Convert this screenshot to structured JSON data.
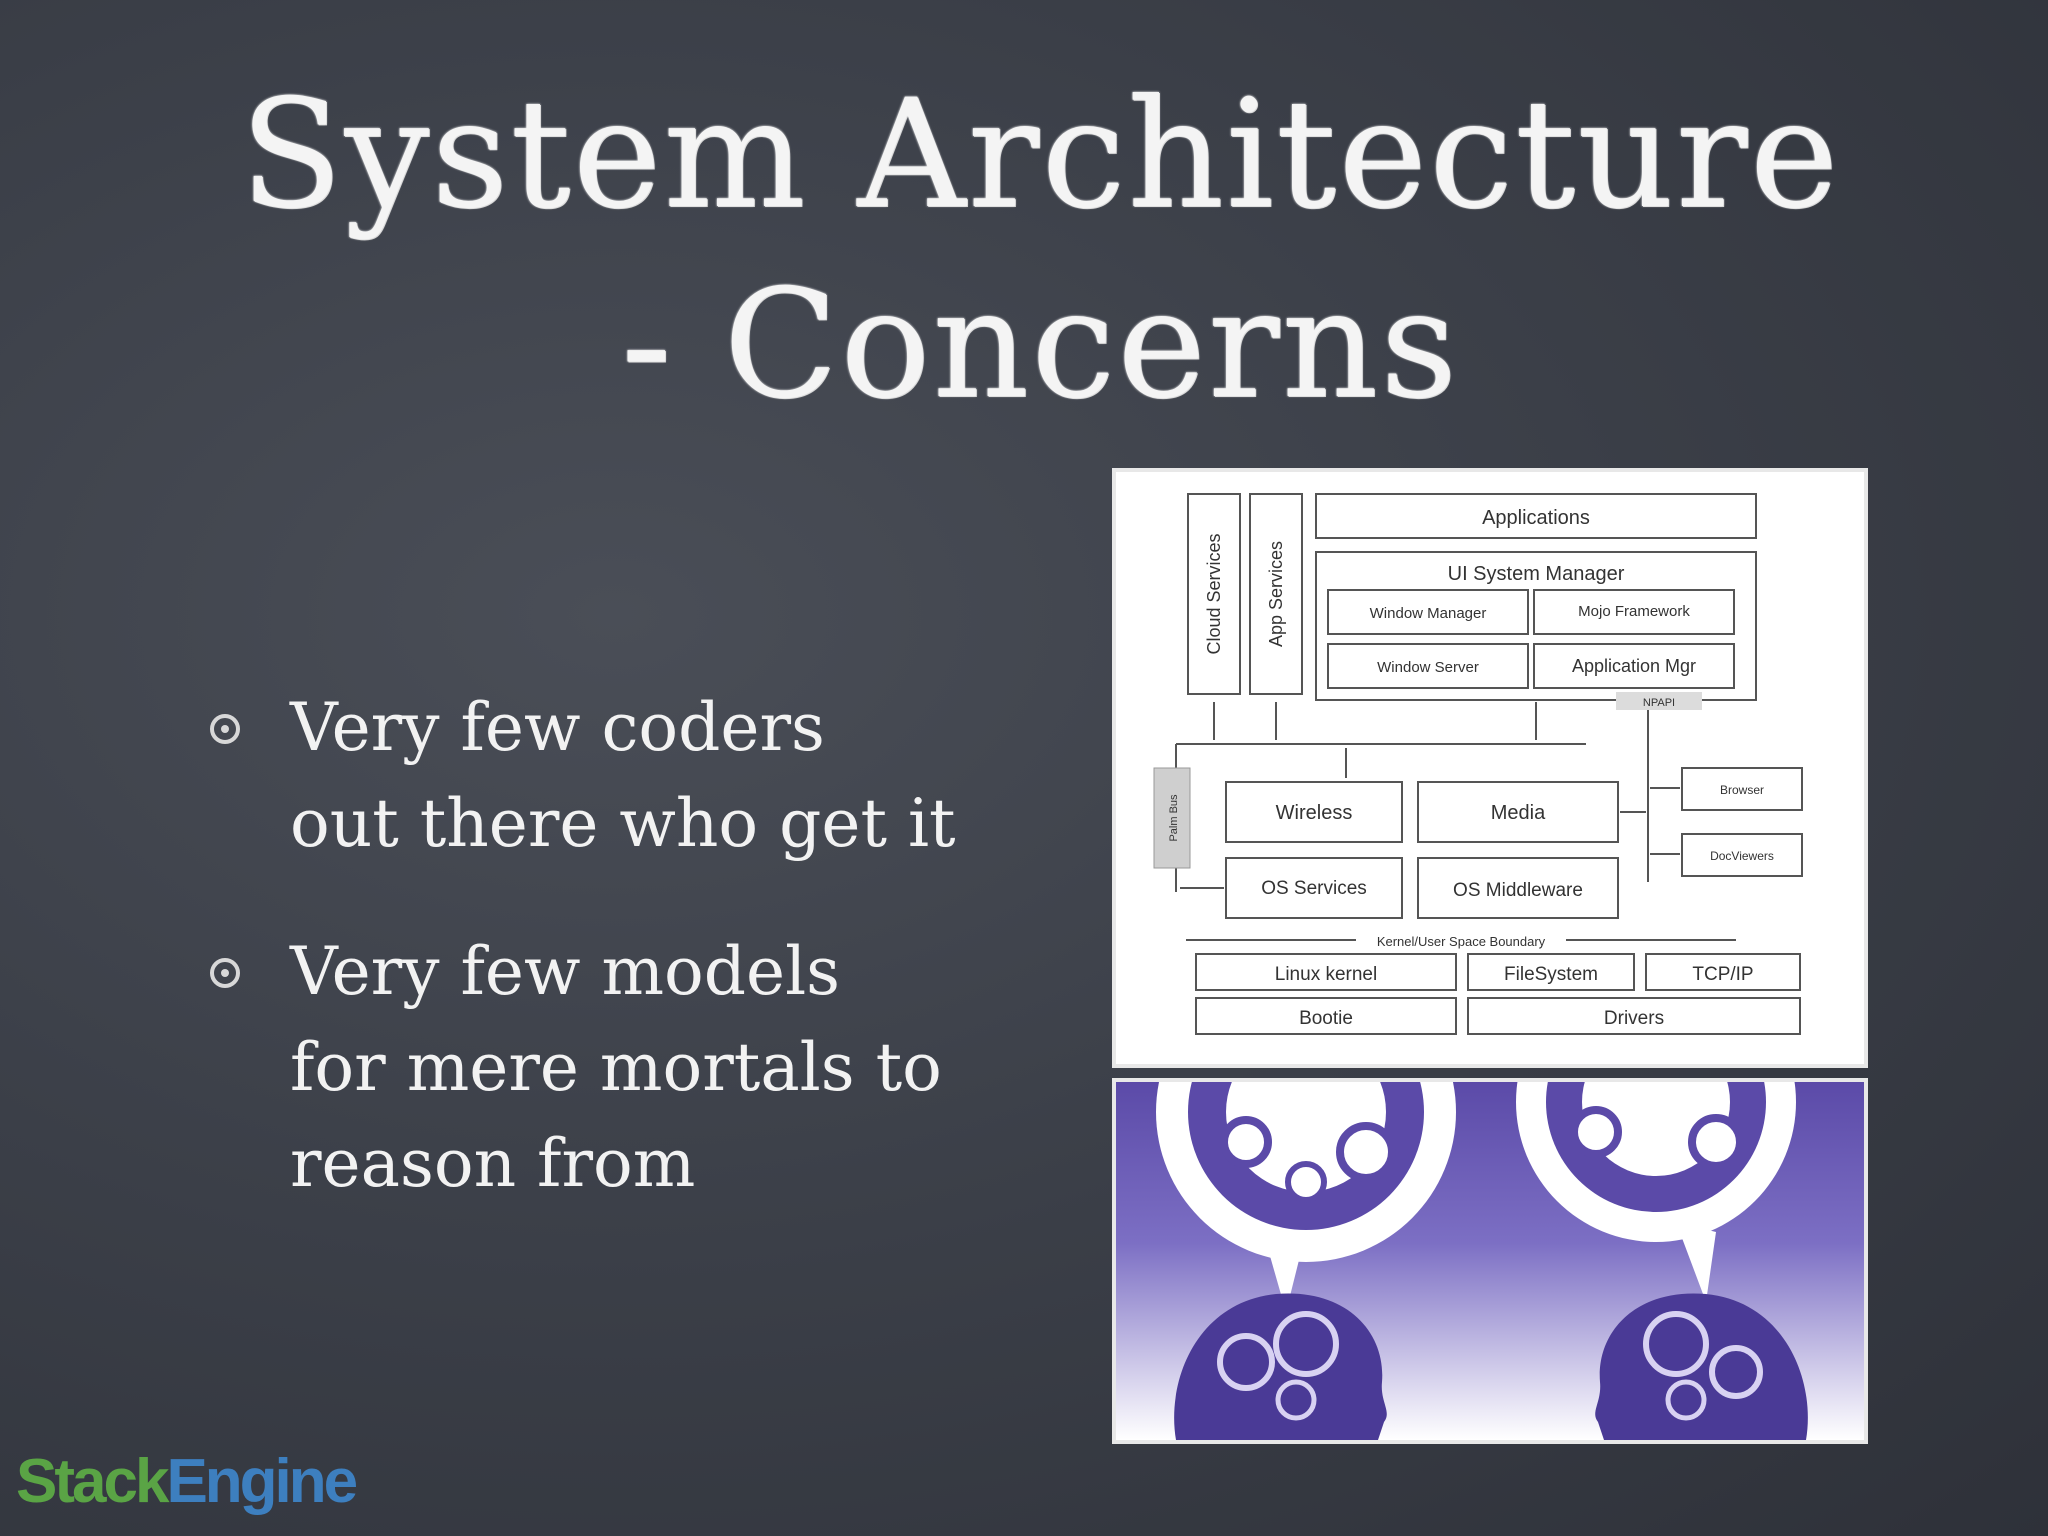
{
  "slide": {
    "title_line1": "System Architecture",
    "title_line2": "- Concerns",
    "bullets": [
      {
        "text": "Very few coders\nout there who get it"
      },
      {
        "text": "Very few models\nfor mere mortals to\nreason from"
      }
    ],
    "logo": {
      "part1": "Stack",
      "part2": "Engine"
    }
  },
  "diagram": {
    "applications": "Applications",
    "ui_system_manager": "UI System Manager",
    "window_manager": "Window Manager",
    "mojo_framework": "Mojo Framework",
    "window_server": "Window Server",
    "application_mgr": "Application Mgr",
    "npapi": "NPAPI",
    "cloud_services": "Cloud Services",
    "app_services": "App Services",
    "palm_bus": "Palm Bus",
    "wireless": "Wireless",
    "media": "Media",
    "browser": "Browser",
    "docviewers": "DocViewers",
    "os_services": "OS Services",
    "os_middleware": "OS Middleware",
    "boundary": "Kernel/User Space Boundary",
    "linux_kernel": "Linux kernel",
    "filesystem": "FileSystem",
    "tcpip": "TCP/IP",
    "bootie": "Bootie",
    "drivers": "Drivers"
  },
  "colors": {
    "background": "#3c4049",
    "chalk": "#f2f2f2",
    "logo_green": "#5aa445",
    "logo_blue": "#3d7fbf",
    "gear_purple": "#5b4aa8"
  }
}
